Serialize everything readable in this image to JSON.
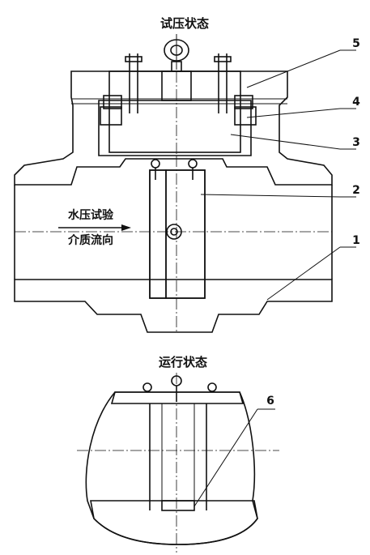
{
  "figure": {
    "top_caption": "试压状态",
    "bottom_caption": "运行状态",
    "flow_label_line1": "水压试验",
    "flow_label_line2": "介质流向",
    "callouts": [
      "1",
      "2",
      "3",
      "4",
      "5",
      "6"
    ]
  }
}
